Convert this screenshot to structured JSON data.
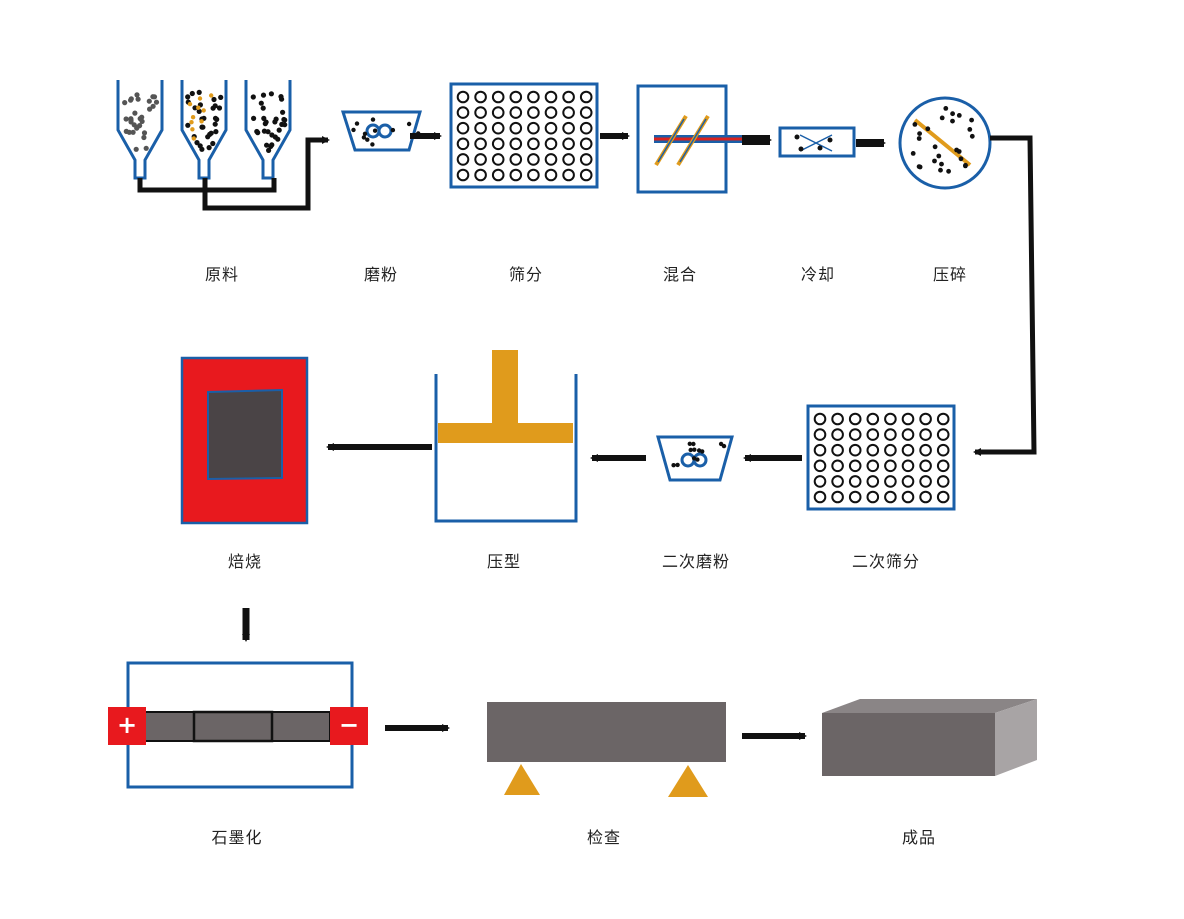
{
  "steps": {
    "raw": "原料",
    "grind": "磨粉",
    "sieve": "筛分",
    "mix": "混合",
    "cool": "冷却",
    "crush": "压碎",
    "sieve2": "二次筛分",
    "grind2": "二次磨粉",
    "press": "压型",
    "bake": "焙烧",
    "graphitize": "石墨化",
    "inspect": "检查",
    "product": "成品"
  },
  "graphitize_terminals": {
    "positive": "+",
    "negative": "−"
  },
  "colors": {
    "outline": "#1a5fa8",
    "arrow": "#111111",
    "accent_orange": "#e09b1c",
    "furnace_red": "#e8191e",
    "block_grey": "#6b6566",
    "block_dark": "#4a4446",
    "block_side": "#a8a4a5",
    "terminal_red": "#e8191e",
    "mix_rod": "#d8231f"
  }
}
